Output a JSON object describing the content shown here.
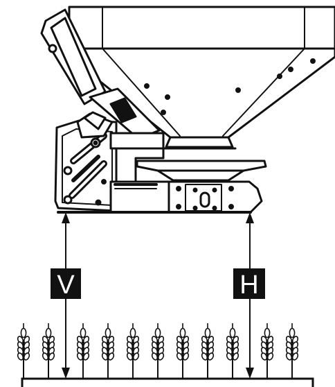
{
  "labels": {
    "front": "V",
    "rear": "H"
  },
  "icons": {
    "spreader": "fertilizer-spreader-icon",
    "crop": "wheat-ear-icon",
    "ground": "ground-line"
  },
  "colors": {
    "ink": "#111111",
    "background": "#ffffff"
  }
}
